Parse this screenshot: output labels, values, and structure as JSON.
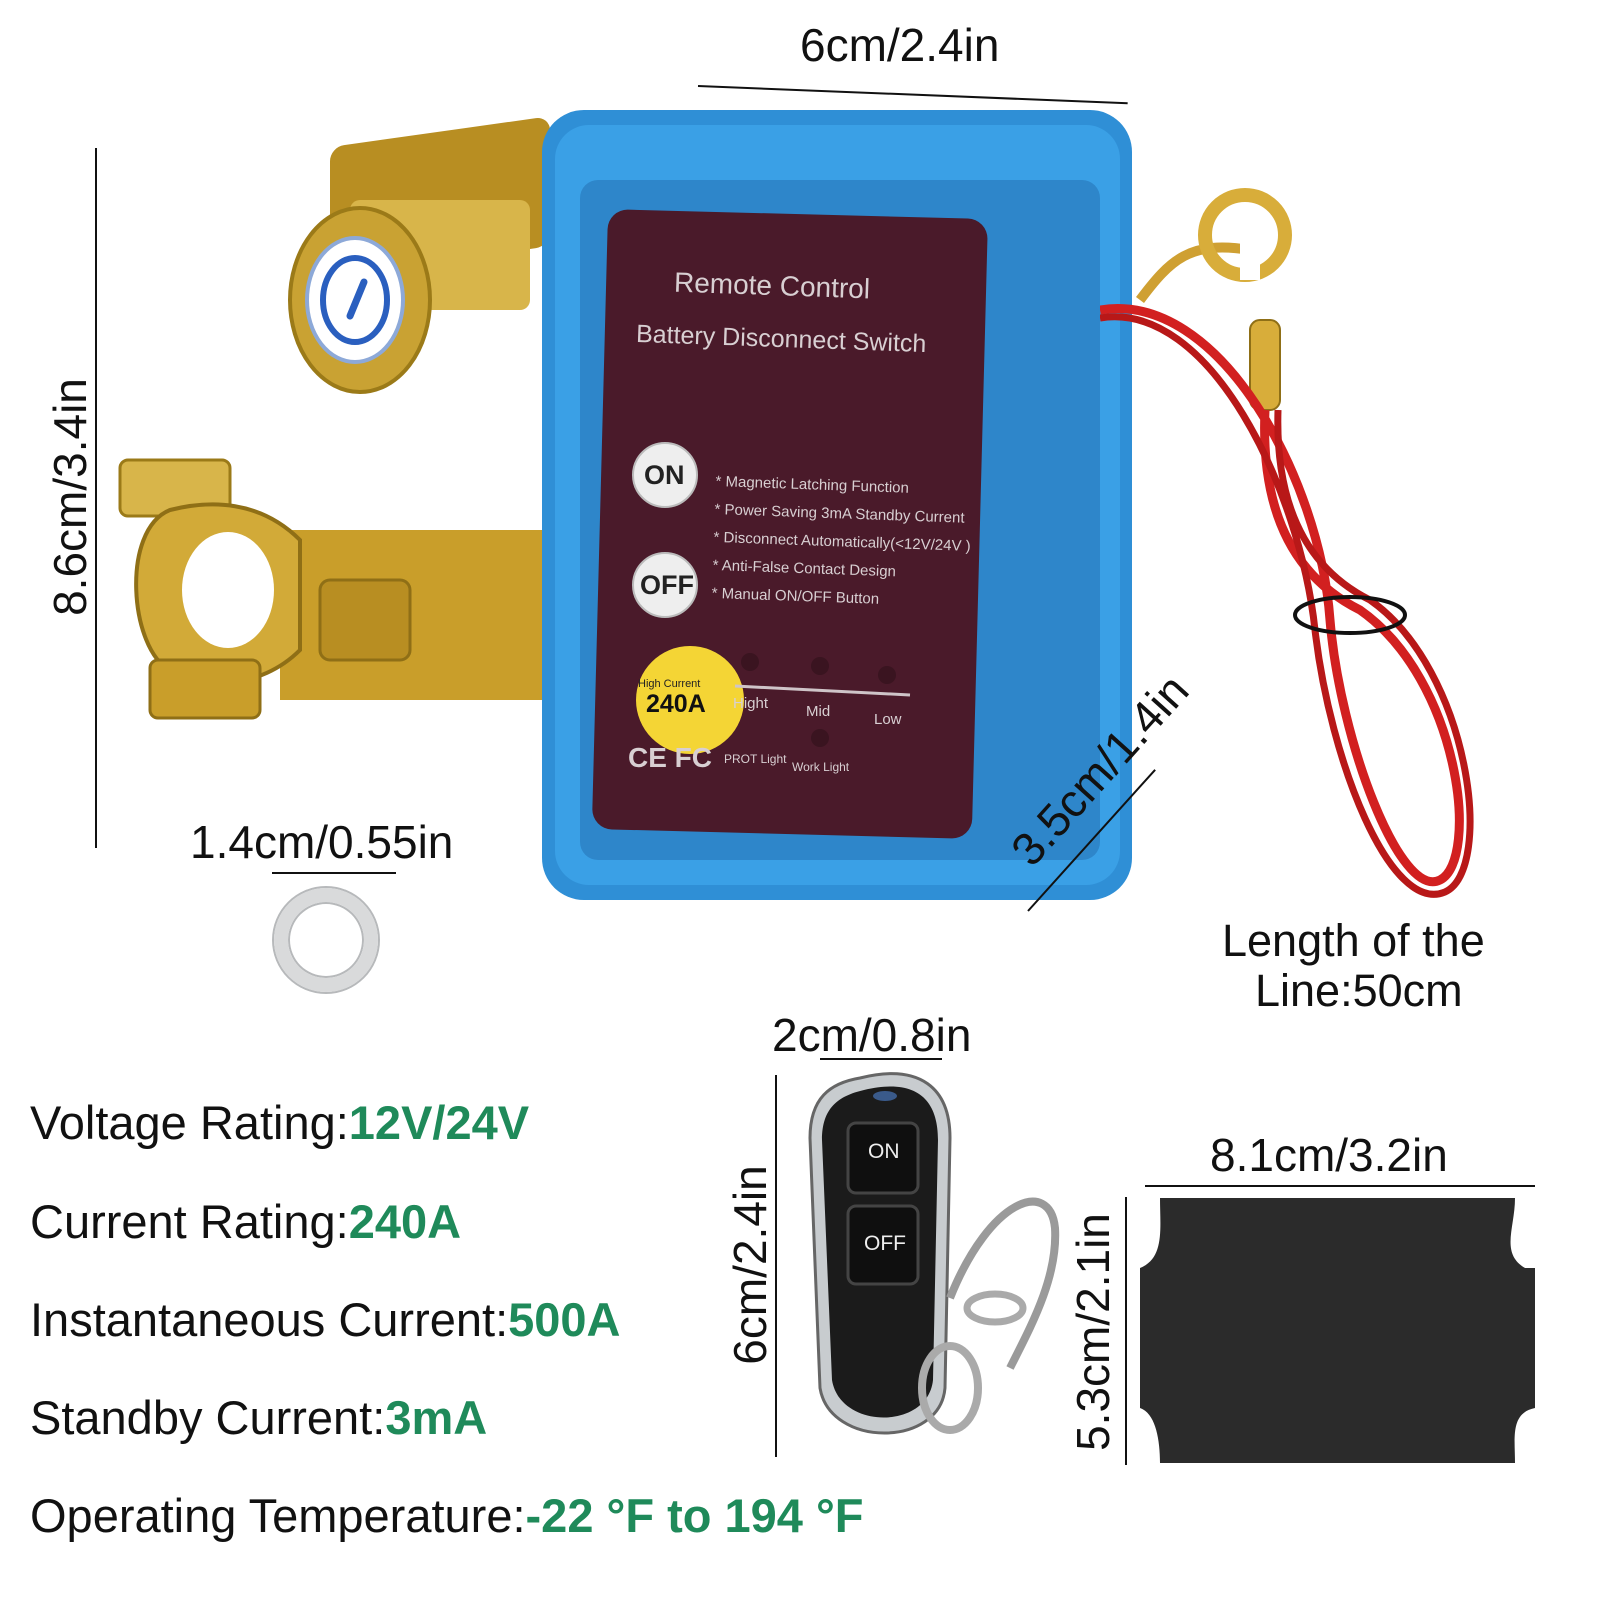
{
  "dimensions": {
    "width_top": "6cm/2.4in",
    "height_left": "8.6cm/3.4in",
    "depth": "3.5cm/1.4in",
    "washer": "1.4cm/0.55in",
    "remote_width": "2cm/0.8in",
    "remote_height": "6cm/2.4in",
    "pad_width": "8.1cm/3.2in",
    "pad_height": "5.3cm/2.1in"
  },
  "cable": {
    "line1": "Length of the",
    "line2": "Line:50cm"
  },
  "device": {
    "title": "Remote Control",
    "subtitle": "Battery Disconnect Switch",
    "on_label": "ON",
    "off_label": "OFF",
    "features": [
      "* Magnetic Latching Function",
      "* Power Saving 3mA Standby Current",
      "* Disconnect Automatically(<12V/24V )",
      "* Anti-False Contact Design",
      "* Manual ON/OFF Button"
    ],
    "badge_top": "High Current",
    "badge_value": "240A",
    "levels": [
      "Hight",
      "Mid",
      "Low"
    ],
    "prot_light": "PROT Light",
    "work_light": "Work Light",
    "cert": "CE FC"
  },
  "remote": {
    "on_label": "ON",
    "off_label": "OFF"
  },
  "specs": [
    {
      "label": "Voltage Rating:",
      "value": "12V/24V"
    },
    {
      "label": "Current Rating:",
      "value": "240A"
    },
    {
      "label": "Instantaneous Current:",
      "value": "500A"
    },
    {
      "label": "Standby Current:",
      "value": "3mA"
    },
    {
      "label": "Operating Temperature:",
      "value": "-22 °F to 194 °F"
    }
  ],
  "colors": {
    "accent_value": "#1f8a5a",
    "device_blue": "#2f8fd6",
    "panel_maroon": "#4a1a2a",
    "brass": "#c9a233",
    "cable_red": "#d22020"
  }
}
